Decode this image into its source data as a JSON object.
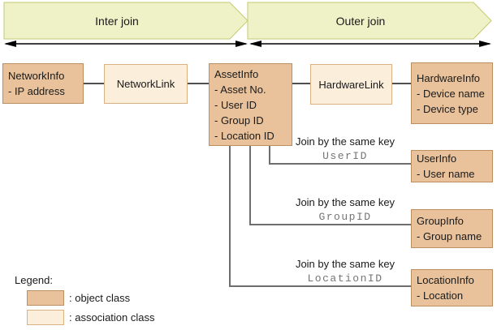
{
  "banners": {
    "inter": {
      "label": "Inter join"
    },
    "outer": {
      "label": "Outer join"
    }
  },
  "boxes": {
    "network_info": {
      "title": "NetworkInfo",
      "attrs": [
        "- IP address"
      ]
    },
    "network_link": {
      "title": "NetworkLink"
    },
    "asset_info": {
      "title": "AssetInfo",
      "attrs": [
        "- Asset No.",
        "- User ID",
        "- Group ID",
        "- Location ID"
      ]
    },
    "hardware_link": {
      "title": "HardwareLink"
    },
    "hardware_info": {
      "title": "HardwareInfo",
      "attrs": [
        "- Device name",
        "- Device type"
      ]
    },
    "user_info": {
      "title": "UserInfo",
      "attrs": [
        "- User name"
      ]
    },
    "group_info": {
      "title": "GroupInfo",
      "attrs": [
        "- Group name"
      ]
    },
    "location_info": {
      "title": "LocationInfo",
      "attrs": [
        "- Location"
      ]
    }
  },
  "joins": {
    "user": {
      "label": "Join by the same key",
      "key": "UserID"
    },
    "group": {
      "label": "Join by the same key",
      "key": "GroupID"
    },
    "location": {
      "label": "Join by the same key",
      "key": "LocationID"
    }
  },
  "legend": {
    "title": "Legend:",
    "object_label": ": object class",
    "association_label": ": association class"
  },
  "colors": {
    "object_fill": "#e9c29c",
    "object_border": "#bc8f62",
    "association_fill": "#fbeedb",
    "association_border": "#d9b183",
    "banner_fill": "#eff1c7",
    "banner_border": "#c6ca70",
    "connector": "#4f4f4f",
    "join_line": "#6e6e6e",
    "key_text": "#757575",
    "arrow": "#000000",
    "text": "#1a1a1a"
  }
}
